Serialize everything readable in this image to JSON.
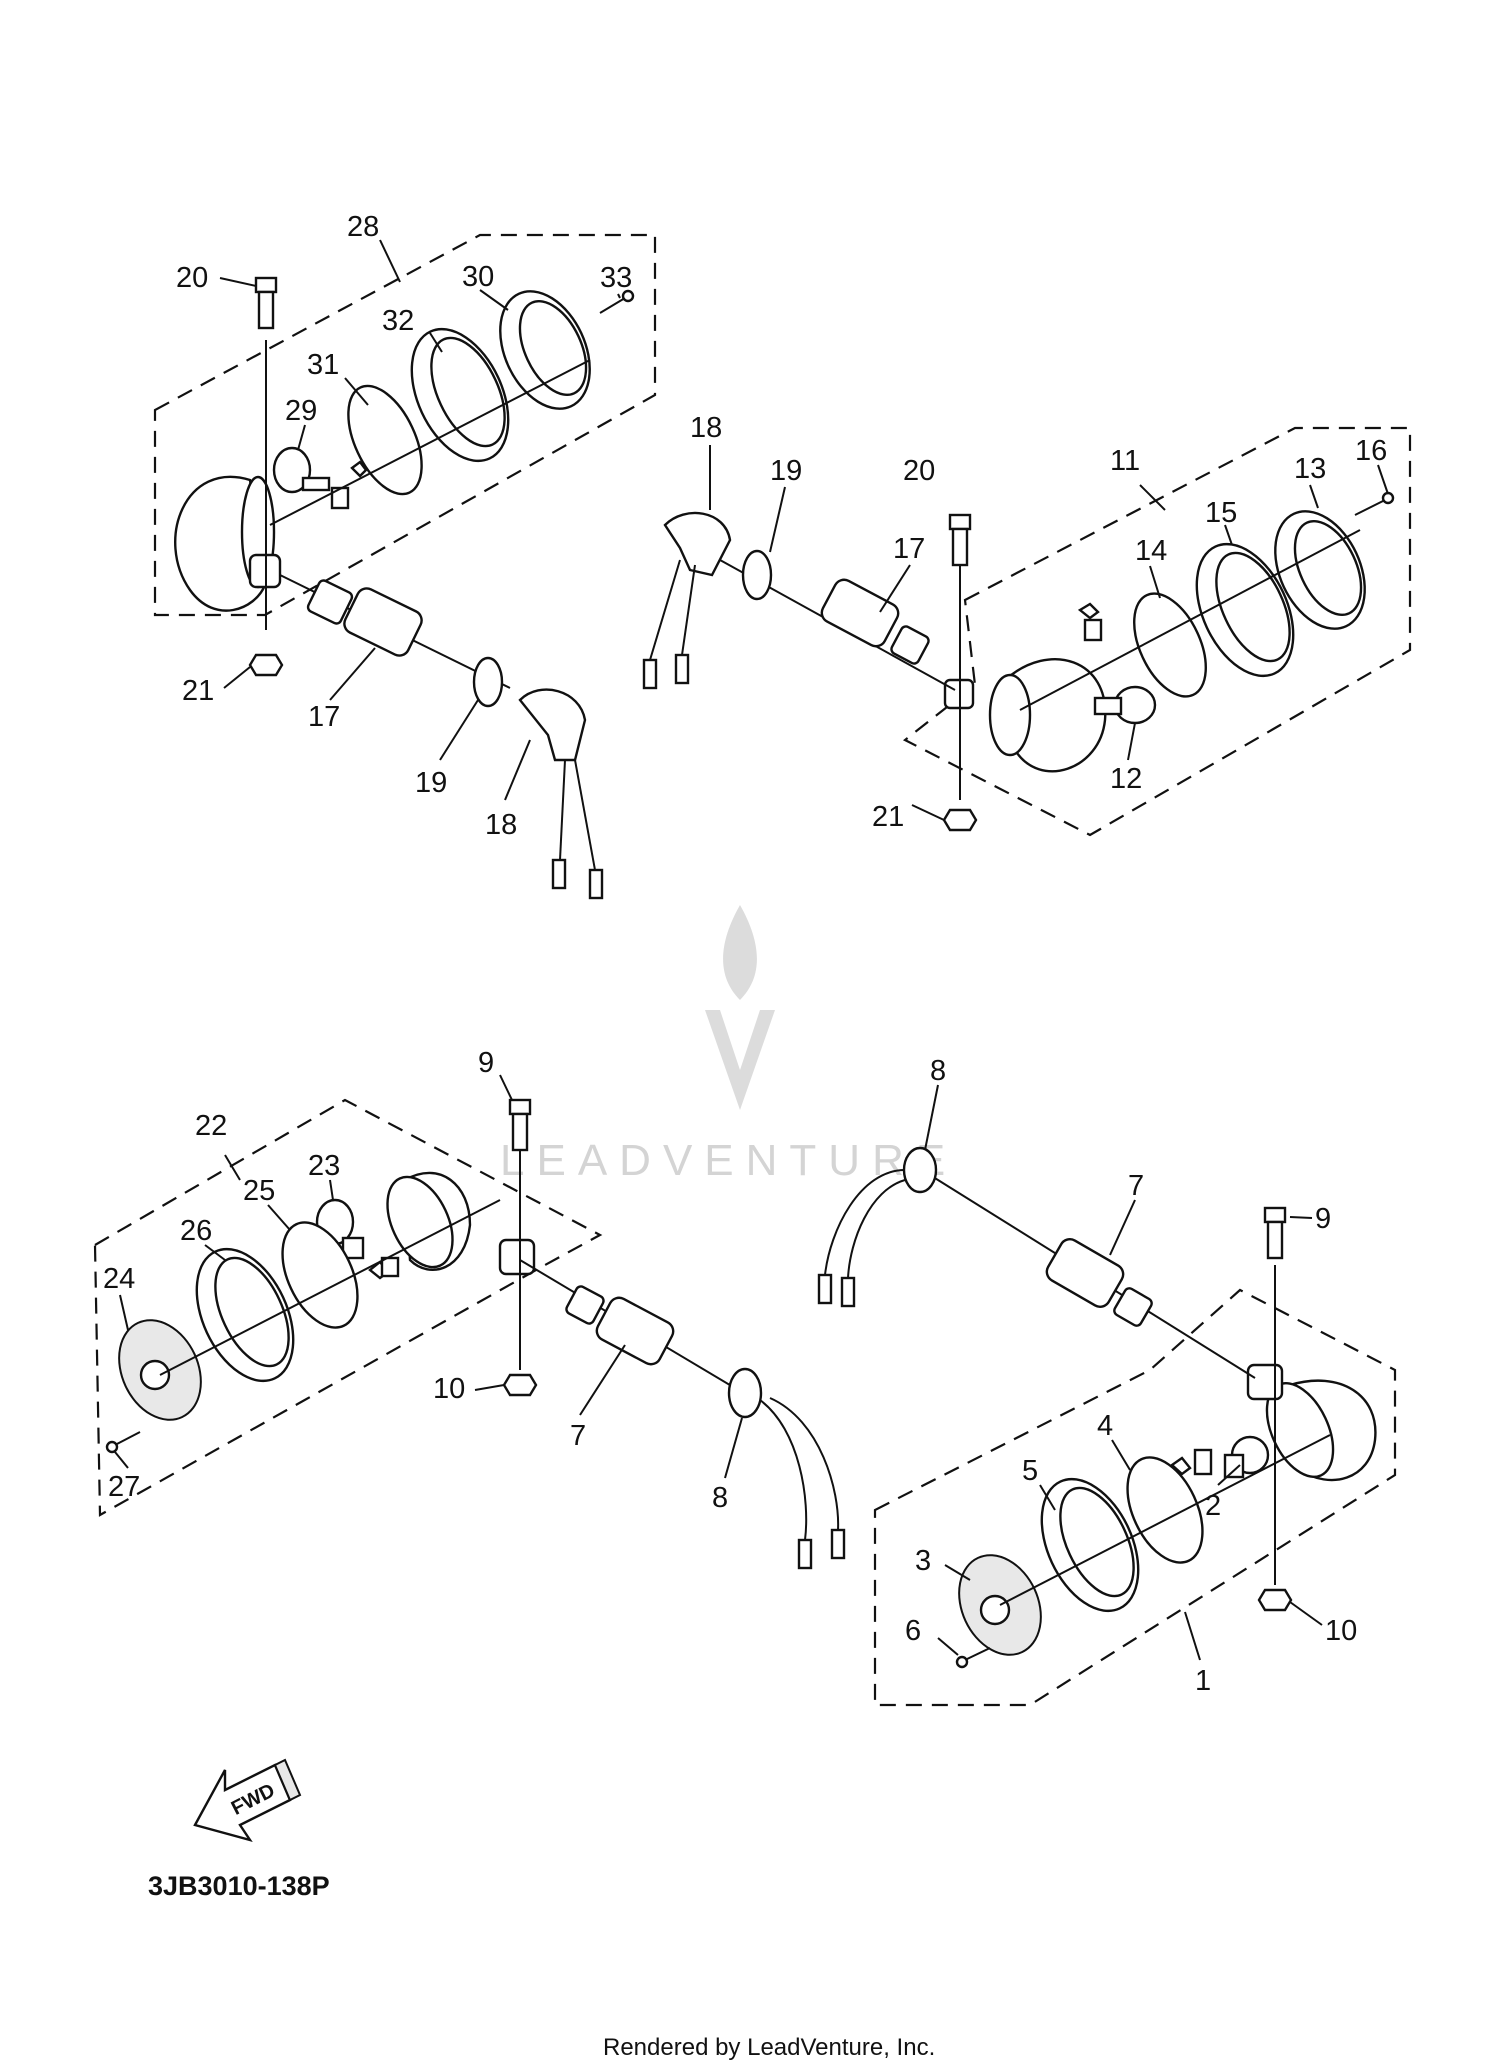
{
  "diagram": {
    "part_numbers": [
      "1",
      "2",
      "3",
      "4",
      "5",
      "6",
      "7",
      "8",
      "9",
      "10",
      "11",
      "12",
      "13",
      "14",
      "15",
      "16",
      "17",
      "18",
      "19",
      "20",
      "21",
      "22",
      "23",
      "24",
      "25",
      "26",
      "27",
      "28",
      "29",
      "30",
      "31",
      "32",
      "33"
    ],
    "diagram_code": "3JB3010-138P",
    "fwd_label": "FWD",
    "watermark_text": "LEADVENTURE",
    "footer_text": "Rendered by LeadVenture, Inc."
  }
}
